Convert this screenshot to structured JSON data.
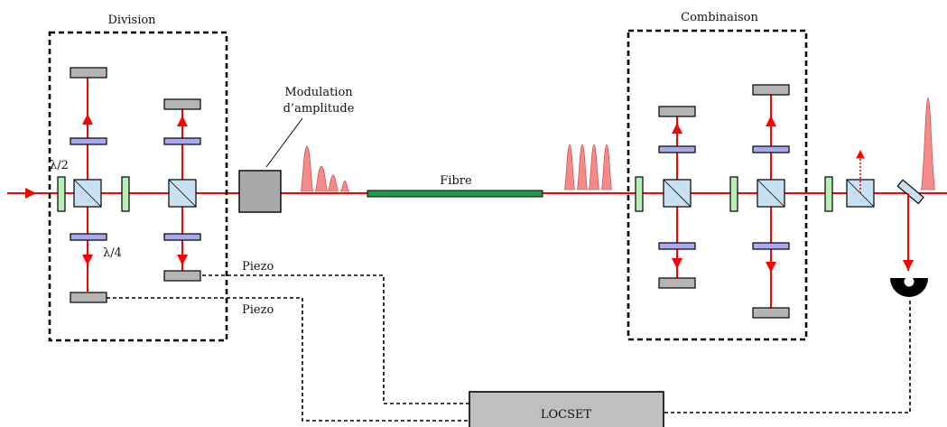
{
  "labels": {
    "division": "Division",
    "combinaison": "Combinaison",
    "modulation_line1": "Modulation",
    "modulation_line2": "d’amplitude",
    "fibre": "Fibre",
    "half_wave": "λ/2",
    "quarter_wave": "λ/4",
    "piezo_1": "Piezo",
    "piezo_2": "Piezo",
    "locset": "LOCSET"
  },
  "colors": {
    "beam": "#ff0000",
    "fibre": "#1e9a4e",
    "locset_box": "#c0c0c0",
    "modulator": "#a8a8a8",
    "pulse": "#f58a8a"
  }
}
